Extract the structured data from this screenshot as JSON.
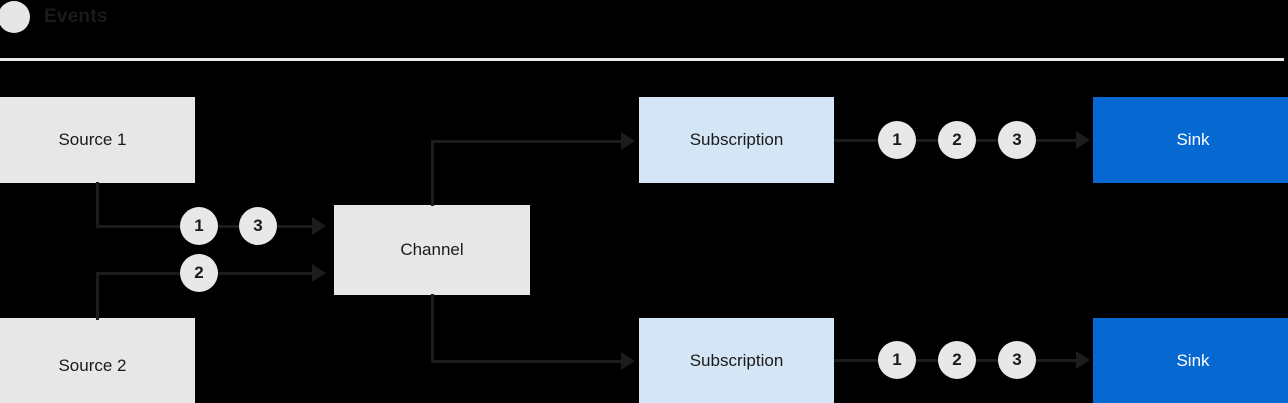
{
  "header": {
    "title": "Events",
    "circle_icon": "filled-circle-icon",
    "circle_color": "#e6e6e6",
    "rule_color": "#e9e9e9"
  },
  "diagram": {
    "background": "#000000",
    "nodes": {
      "source_1": {
        "label": "Source 1",
        "fill": "#e7e7e7",
        "text_color": "#1a1a1a"
      },
      "source_2": {
        "label": "Source 2",
        "fill": "#e7e7e7",
        "text_color": "#1a1a1a"
      },
      "channel": {
        "label": "Channel",
        "fill": "#e7e7e7",
        "text_color": "#1a1a1a"
      },
      "subscription_top": {
        "label": "Subscription",
        "fill": "#d4e5f5",
        "text_color": "#1a1a1a"
      },
      "subscription_bottom": {
        "label": "Subscription",
        "fill": "#d4e5f5",
        "text_color": "#1a1a1a"
      },
      "sink_top": {
        "label": "Sink",
        "fill": "#0668d1",
        "text_color": "#ffffff"
      },
      "sink_bottom": {
        "label": "Sink",
        "fill": "#0668d1",
        "text_color": "#ffffff"
      }
    },
    "event_tokens": {
      "source1_to_channel": [
        "1",
        "3"
      ],
      "source2_to_channel": [
        "2"
      ],
      "subscription_top_to_sink": [
        "1",
        "2",
        "3"
      ],
      "subscription_bottom_to_sink": [
        "1",
        "2",
        "3"
      ]
    },
    "connector_color": "#1c1c1c"
  }
}
